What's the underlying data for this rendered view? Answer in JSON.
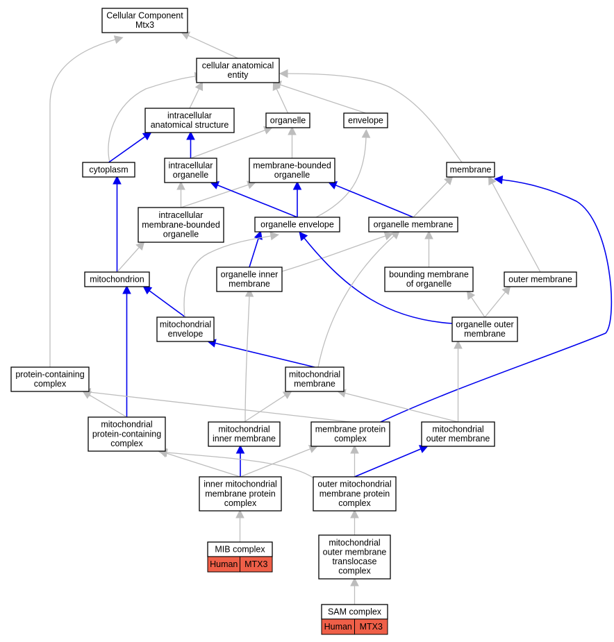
{
  "nodes": [
    {
      "id": "root",
      "lines": [
        "Cellular Component",
        "Mtx3"
      ]
    },
    {
      "id": "cae",
      "lines": [
        "cellular anatomical",
        "entity"
      ]
    },
    {
      "id": "ias",
      "lines": [
        "intracellular",
        "anatomical structure"
      ]
    },
    {
      "id": "organelle",
      "lines": [
        "organelle"
      ]
    },
    {
      "id": "envelope",
      "lines": [
        "envelope"
      ]
    },
    {
      "id": "cytoplasm",
      "lines": [
        "cytoplasm"
      ]
    },
    {
      "id": "iorg",
      "lines": [
        "intracellular",
        "organelle"
      ]
    },
    {
      "id": "mbo",
      "lines": [
        "membrane-bounded",
        "organelle"
      ]
    },
    {
      "id": "membrane",
      "lines": [
        "membrane"
      ]
    },
    {
      "id": "imbo",
      "lines": [
        "intracellular",
        "membrane-bounded",
        "organelle"
      ]
    },
    {
      "id": "oenv",
      "lines": [
        "organelle envelope"
      ]
    },
    {
      "id": "omem",
      "lines": [
        "organelle membrane"
      ]
    },
    {
      "id": "mito",
      "lines": [
        "mitochondrion"
      ]
    },
    {
      "id": "oim",
      "lines": [
        "organelle inner",
        "membrane"
      ]
    },
    {
      "id": "bmo",
      "lines": [
        "bounding membrane",
        "of organelle"
      ]
    },
    {
      "id": "outm",
      "lines": [
        "outer membrane"
      ]
    },
    {
      "id": "menv",
      "lines": [
        "mitochondrial",
        "envelope"
      ]
    },
    {
      "id": "oom",
      "lines": [
        "organelle outer",
        "membrane"
      ]
    },
    {
      "id": "pcc",
      "lines": [
        "protein-containing",
        "complex"
      ]
    },
    {
      "id": "mmem",
      "lines": [
        "mitochondrial",
        "membrane"
      ]
    },
    {
      "id": "mpcc",
      "lines": [
        "mitochondrial",
        "protein-containing",
        "complex"
      ]
    },
    {
      "id": "mim",
      "lines": [
        "mitochondrial",
        "inner membrane"
      ]
    },
    {
      "id": "mpc",
      "lines": [
        "membrane protein",
        "complex"
      ]
    },
    {
      "id": "mom",
      "lines": [
        "mitochondrial",
        "outer membrane"
      ]
    },
    {
      "id": "imppc",
      "lines": [
        "inner mitochondrial",
        "membrane protein",
        "complex"
      ]
    },
    {
      "id": "omppc",
      "lines": [
        "outer mitochondrial",
        "membrane protein",
        "complex"
      ]
    },
    {
      "id": "mib",
      "lines": [
        "MIB complex"
      ],
      "tags": [
        "Human",
        "MTX3"
      ]
    },
    {
      "id": "momtc",
      "lines": [
        "mitochondrial",
        "outer membrane",
        "translocase",
        "complex"
      ]
    },
    {
      "id": "sam",
      "lines": [
        "SAM complex"
      ],
      "tags": [
        "Human",
        "MTX3"
      ]
    }
  ],
  "edges": [
    {
      "from": "cae",
      "to": "root",
      "rel": "is_a"
    },
    {
      "from": "pcc",
      "to": "root",
      "rel": "is_a"
    },
    {
      "from": "ias",
      "to": "cae",
      "rel": "is_a"
    },
    {
      "from": "organelle",
      "to": "cae",
      "rel": "is_a"
    },
    {
      "from": "envelope",
      "to": "cae",
      "rel": "is_a"
    },
    {
      "from": "membrane",
      "to": "cae",
      "rel": "is_a"
    },
    {
      "from": "cytoplasm",
      "to": "cae",
      "rel": "is_a"
    },
    {
      "from": "cytoplasm",
      "to": "ias",
      "rel": "part_of"
    },
    {
      "from": "iorg",
      "to": "ias",
      "rel": "part_of"
    },
    {
      "from": "iorg",
      "to": "organelle",
      "rel": "is_a"
    },
    {
      "from": "mbo",
      "to": "organelle",
      "rel": "is_a"
    },
    {
      "from": "imbo",
      "to": "iorg",
      "rel": "is_a"
    },
    {
      "from": "imbo",
      "to": "mbo",
      "rel": "is_a"
    },
    {
      "from": "oenv",
      "to": "iorg",
      "rel": "part_of"
    },
    {
      "from": "oenv",
      "to": "mbo",
      "rel": "part_of"
    },
    {
      "from": "oenv",
      "to": "envelope",
      "rel": "is_a"
    },
    {
      "from": "omem",
      "to": "mbo",
      "rel": "part_of"
    },
    {
      "from": "omem",
      "to": "membrane",
      "rel": "is_a"
    },
    {
      "from": "outm",
      "to": "membrane",
      "rel": "is_a"
    },
    {
      "from": "mpc",
      "to": "membrane",
      "rel": "part_of"
    },
    {
      "from": "mito",
      "to": "cytoplasm",
      "rel": "part_of"
    },
    {
      "from": "mito",
      "to": "imbo",
      "rel": "is_a"
    },
    {
      "from": "oim",
      "to": "oenv",
      "rel": "part_of"
    },
    {
      "from": "oim",
      "to": "omem",
      "rel": "is_a"
    },
    {
      "from": "bmo",
      "to": "omem",
      "rel": "is_a"
    },
    {
      "from": "menv",
      "to": "mito",
      "rel": "part_of"
    },
    {
      "from": "menv",
      "to": "oenv",
      "rel": "is_a"
    },
    {
      "from": "oom",
      "to": "oenv",
      "rel": "part_of"
    },
    {
      "from": "oom",
      "to": "bmo",
      "rel": "is_a"
    },
    {
      "from": "oom",
      "to": "outm",
      "rel": "is_a"
    },
    {
      "from": "mmem",
      "to": "menv",
      "rel": "part_of"
    },
    {
      "from": "mmem",
      "to": "omem",
      "rel": "is_a"
    },
    {
      "from": "mpcc",
      "to": "mito",
      "rel": "part_of"
    },
    {
      "from": "mpcc",
      "to": "pcc",
      "rel": "is_a"
    },
    {
      "from": "mpc",
      "to": "pcc",
      "rel": "is_a"
    },
    {
      "from": "mim",
      "to": "mmem",
      "rel": "is_a"
    },
    {
      "from": "mim",
      "to": "oim",
      "rel": "is_a"
    },
    {
      "from": "mom",
      "to": "mmem",
      "rel": "is_a"
    },
    {
      "from": "mom",
      "to": "oom",
      "rel": "is_a"
    },
    {
      "from": "imppc",
      "to": "mpcc",
      "rel": "is_a"
    },
    {
      "from": "imppc",
      "to": "mim",
      "rel": "part_of"
    },
    {
      "from": "imppc",
      "to": "mpc",
      "rel": "is_a"
    },
    {
      "from": "omppc",
      "to": "mpcc",
      "rel": "is_a"
    },
    {
      "from": "omppc",
      "to": "mpc",
      "rel": "is_a"
    },
    {
      "from": "omppc",
      "to": "mom",
      "rel": "part_of"
    },
    {
      "from": "mib",
      "to": "imppc",
      "rel": "is_a"
    },
    {
      "from": "momtc",
      "to": "omppc",
      "rel": "is_a"
    },
    {
      "from": "sam",
      "to": "momtc",
      "rel": "is_a"
    }
  ]
}
